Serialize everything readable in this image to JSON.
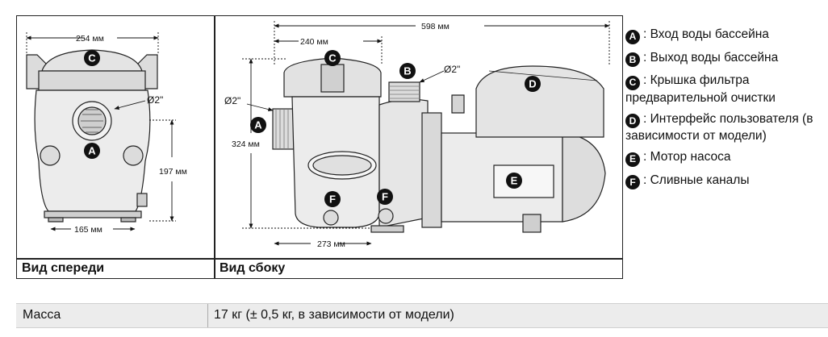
{
  "views": {
    "front_caption": "Вид спереди",
    "side_caption": "Вид сбоку"
  },
  "dimensions": {
    "front_width": "254 мм",
    "front_base": "165 мм",
    "front_height": "197 мм",
    "front_port": "Ø2\"",
    "side_total": "598 мм",
    "side_filter": "240 мм",
    "side_base": "273 мм",
    "side_height": "324 мм",
    "side_inlet": "Ø2\"",
    "side_outlet": "Ø2\""
  },
  "markers": {
    "a": "A",
    "b": "B",
    "c": "C",
    "d": "D",
    "e": "E",
    "f": "F"
  },
  "legend": [
    {
      "badge": "A",
      "text": ": Вход воды бассейна"
    },
    {
      "badge": "B",
      "text": ": Выход воды бассейна"
    },
    {
      "badge": "C",
      "text": ": Крышка фильтра предварительной очистки"
    },
    {
      "badge": "D",
      "text": ": Интерфейс пользователя (в зависимости от модели)"
    },
    {
      "badge": "E",
      "text": ": Мотор насоса"
    },
    {
      "badge": "F",
      "text": ": Сливные каналы"
    }
  ],
  "spec": {
    "label": "Масса",
    "value": "17 кг (± 0,5 кг, в зависимости от модели)"
  }
}
